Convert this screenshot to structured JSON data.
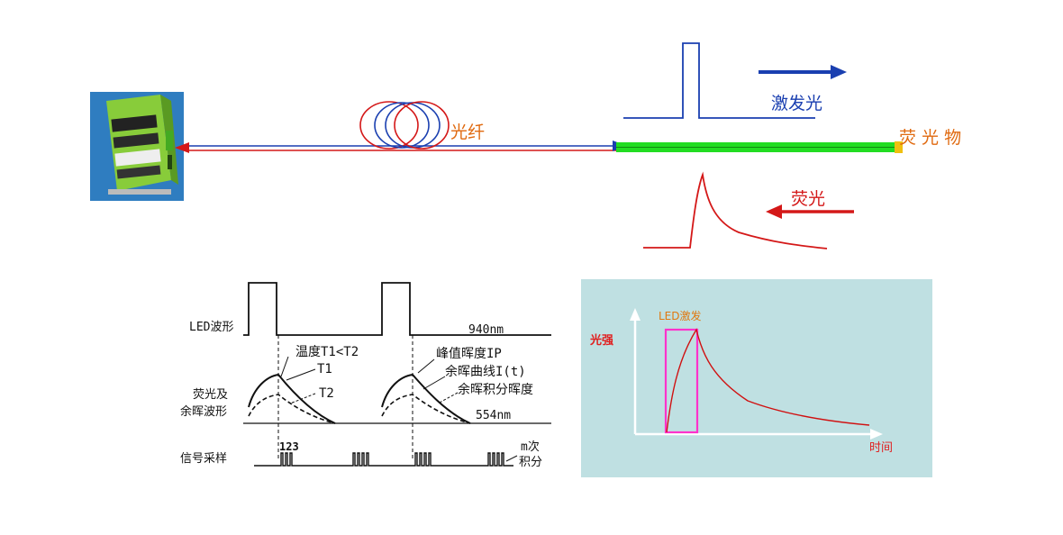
{
  "top": {
    "fiber_label": "光纤",
    "excitation_label": "激发光",
    "phosphor_label": "荧 光 物",
    "fluorescence_label": "荧光"
  },
  "timing_diagram": {
    "led_waveform": "LED波形",
    "wavelength_led": "940nm",
    "temperature": "温度T1<T2",
    "t1": "T1",
    "t2": "T2",
    "peak_brightness": "峰值晖度IP",
    "afterglow_curve": "余晖曲线I(t)",
    "afterglow_integral": "余晖积分晖度",
    "fluor_afterglow_line1": "荧光及",
    "fluor_afterglow_line2": "余晖波形",
    "wavelength_fluor": "554nm",
    "signal_sampling": "信号采样",
    "sample_numbers": "123",
    "integration_line1": "m次",
    "integration_line2": "积分"
  },
  "decay_chart": {
    "led_excitation": "LED激发",
    "y_label": "光强",
    "x_label": "时间",
    "bg_color": "#bfe0e2",
    "box_color": "#ff33cc",
    "curve_color": "#d01010"
  },
  "colors": {
    "blue": "#1a3fb0",
    "red": "#d41818",
    "green": "#22cc22",
    "orange": "#e06a10"
  }
}
